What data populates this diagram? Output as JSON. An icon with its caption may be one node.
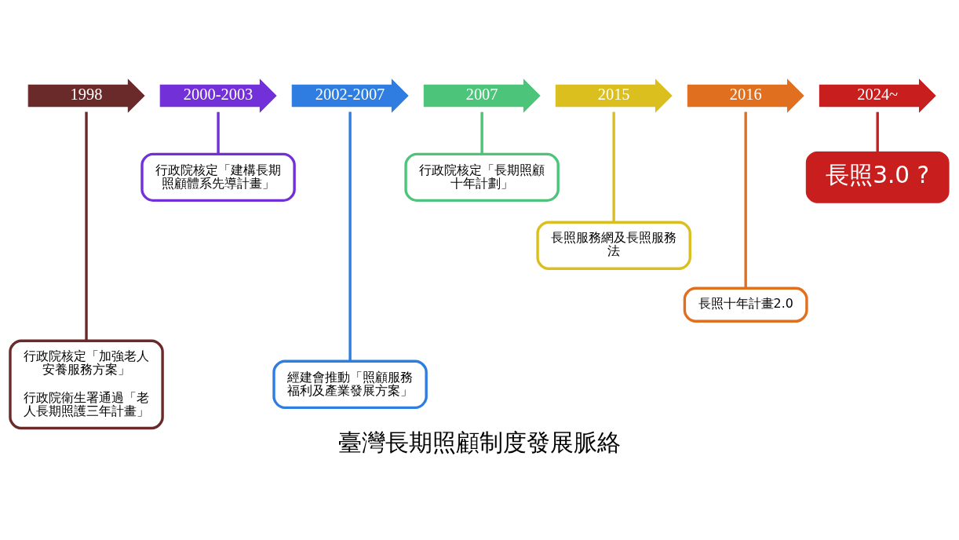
{
  "diagram": {
    "title": "臺灣長期照顧制度發展脈絡",
    "nodes": [
      {
        "text": [
          "1998"
        ]
      },
      {
        "text": [
          "2000-2003"
        ]
      },
      {
        "text": [
          "2002-2007"
        ]
      },
      {
        "text": [
          "2007"
        ]
      },
      {
        "text": [
          "2015"
        ]
      },
      {
        "text": [
          "2016"
        ]
      },
      {
        "text": [
          "2024~"
        ]
      },
      {
        "text": [
          "行政院核定「加強老人安養服務方案」",
          "行政院衛生署通過「老人長期照護三年計畫」"
        ]
      },
      {
        "text": [
          "行政院核定「建構長期照顧體系先導計畫」"
        ]
      },
      {
        "text": [
          "經建會推動「照顧服務福利及產業發展方案」"
        ]
      },
      {
        "text": [
          "行政院核定「長期照顧十年計劃」"
        ]
      },
      {
        "text": [
          "長照服務網及長照服務法"
        ]
      },
      {
        "text": [
          "長照十年計畫2.0"
        ]
      },
      {
        "text": [
          "長照3.0 ?"
        ]
      }
    ],
    "edges": [
      {
        "from": 0,
        "to": 7,
        "arrow": "none",
        "color": "#6b2a2a"
      },
      {
        "from": 1,
        "to": 8,
        "arrow": "none",
        "color": "#7230d8"
      },
      {
        "from": 2,
        "to": 9,
        "arrow": "none",
        "color": "#2f7de0"
      },
      {
        "from": 3,
        "to": 10,
        "arrow": "none",
        "color": "#4cc47a"
      },
      {
        "from": 4,
        "to": 11,
        "arrow": "none",
        "color": "#dbbf1f"
      },
      {
        "from": 5,
        "to": 12,
        "arrow": "none",
        "color": "#e07020"
      },
      {
        "from": 6,
        "to": 13,
        "arrow": "none",
        "color": "#c81e1e"
      }
    ]
  }
}
